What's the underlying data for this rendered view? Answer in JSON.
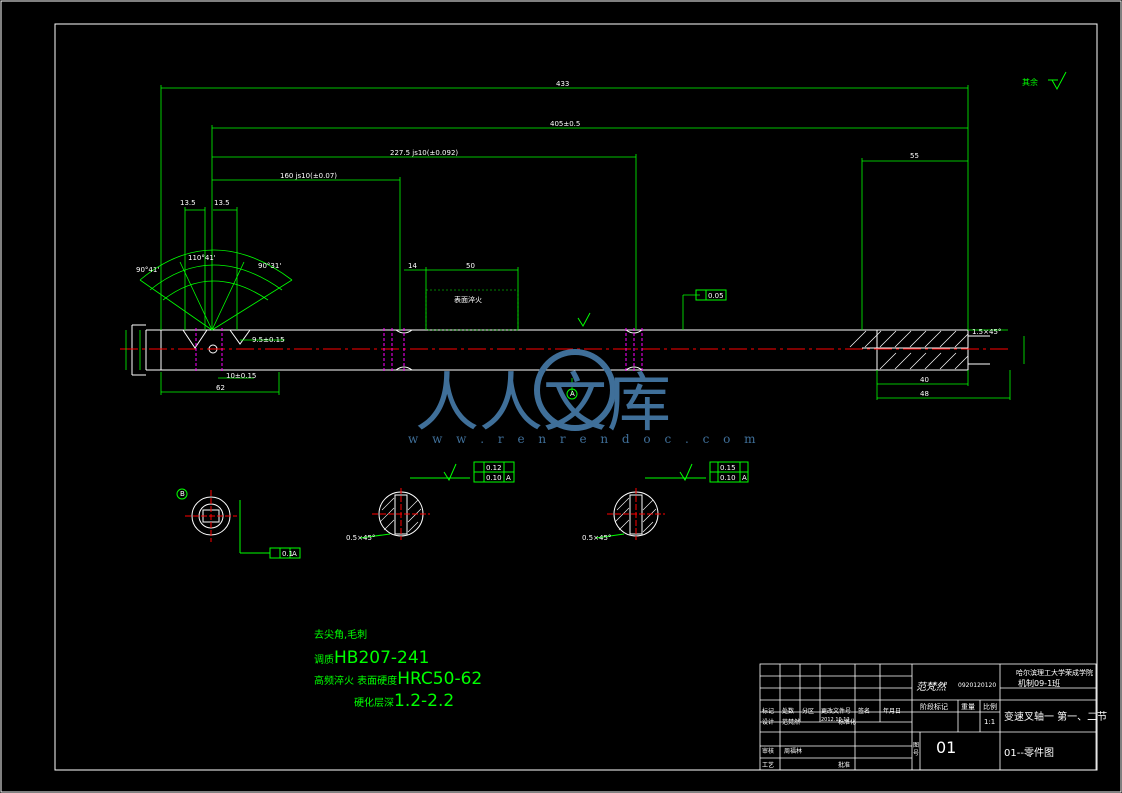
{
  "colors": {
    "background": "#000000",
    "outline": "#ffffff",
    "dimension": "#00ff00",
    "centerline": "#ff0000",
    "highlight": "#ff00ff",
    "watermark": "#3f6f99"
  },
  "top_right_note": "其余",
  "dimensions": {
    "total_length": "433",
    "d405": "405±0.5",
    "d227": "227.5 js10(±0.092)",
    "d160": "160 js10(±0.07)",
    "d55": "55",
    "d14": "14",
    "d50": "50",
    "d13_5a": "13.5",
    "d13_5b": "13.5",
    "angle1": "90°41'",
    "angle2": "110°41'",
    "angle3": "90°31'",
    "d62": "62",
    "d10": "10±0.15",
    "d9_5": "9.5±0.15",
    "chamfer_right": "1.5×45°",
    "d40": "40",
    "d48": "48",
    "tol_main": "0.05",
    "datum_a": "A",
    "datum_b": "B",
    "hardened_label": "表面淬火"
  },
  "sections": {
    "s1_datum": "B",
    "s1_tol": "0.1",
    "s1_ref": "A",
    "s2_tol1": "0.12",
    "s2_tol2": "0.10",
    "s2_ref": "A",
    "s2_chamfer": "0.5×45°",
    "s3_tol1": "0.15",
    "s3_tol2": "0.10",
    "s3_ref": "A",
    "s3_chamfer": "0.5×45°"
  },
  "notes": {
    "line1": "去尖角,毛刺",
    "line2_prefix": "调质",
    "line2_value": "HB207-241",
    "line3_prefix": "高频淬火 表面硬度",
    "line3_value": "HRC50-62",
    "line4_prefix": "硬化层深",
    "line4_value": "1.2-2.2"
  },
  "title_block": {
    "designer_signature": "范梵然",
    "designer_id": "0920120120",
    "school": "哈尔滨理工大学荣成学院",
    "class": "机制09-1班",
    "part_name": "变速叉轴一 第一、二节",
    "scale_label": "比例",
    "scale_value": "1:1",
    "stage_label": "阶段标记",
    "weight_label": "重量",
    "row1": [
      "标记",
      "处数",
      "分区",
      "更改文件号",
      "签名",
      "年月日"
    ],
    "row2": [
      "设计",
      "范梵然",
      "2012.10.12",
      "标准化"
    ],
    "row3": [
      "审核",
      "周福林"
    ],
    "row4": [
      "工艺",
      "批准"
    ],
    "sheet_label": "图号",
    "drawing_number": "01",
    "drawing_title": "01--零件图"
  },
  "watermark": {
    "text": "人人文库",
    "url": "w w w . r e n r e n d o c . c o m"
  }
}
